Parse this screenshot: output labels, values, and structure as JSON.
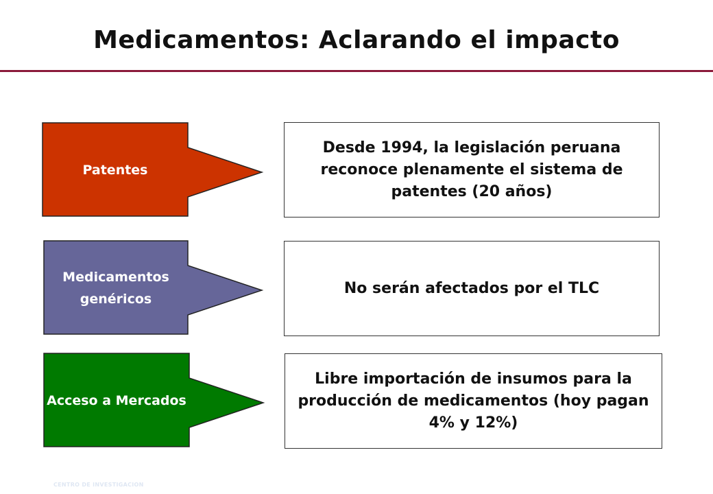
{
  "title": "Medicamentos: Aclarando el impacto",
  "colors": {
    "rule": "#8b1a3a",
    "patentes": "#cc3300",
    "genericos": "#666699",
    "mercados": "#007a00"
  },
  "rows": [
    {
      "label": "Patentes",
      "text": "Desde 1994, la legislación peruana reconoce plenamente el sistema de patentes (20 años)"
    },
    {
      "label": "Medicamentos genéricos",
      "text": "No serán afectados por el TLC"
    },
    {
      "label": "Acceso a Mercados",
      "text": "Libre importación de insumos para la producción de medicamentos (hoy pagan 4% y 12%)"
    }
  ],
  "footer": "CENTRO DE INVESTIGACION"
}
